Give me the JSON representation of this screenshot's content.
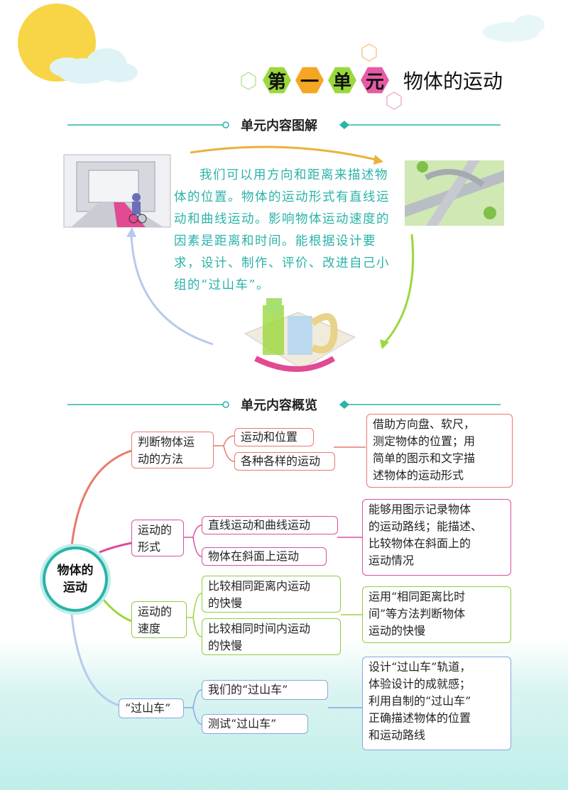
{
  "header": {
    "hex_chars": [
      "第",
      "一",
      "单",
      "元"
    ],
    "hex_colors": [
      "#9bd83c",
      "#f5a623",
      "#9bd83c",
      "#e75aa6"
    ],
    "subtitle": "物体的运动"
  },
  "section1": {
    "label": "单元内容图解"
  },
  "section2": {
    "label": "单元内容概览"
  },
  "intro_paragraph": "我们可以用方向和距离来描述物体的位置。物体的运动形式有直线运动和曲线运动。影响物体运动速度的因素是距离和时间。能根据设计要求，设计、制作、评价、改进自己小组的“过山车”。",
  "mindmap": {
    "center": [
      "物体的",
      "运动"
    ],
    "branches": [
      {
        "label": [
          "判断物体运",
          "动的方法"
        ],
        "items": [
          "运动和位置",
          "各种各样的运动"
        ],
        "summary": [
          "借助方向盘、软尺，",
          "测定物体的位置；用",
          "简单的图示和文字描",
          "述物体的运动形式"
        ]
      },
      {
        "label": [
          "运动的",
          "形式"
        ],
        "items": [
          "直线运动和曲线运动",
          "物体在斜面上运动"
        ],
        "summary": [
          "能够用图示记录物体",
          "的运动路线；能描述、",
          "比较物体在斜面上的",
          "运动情况"
        ]
      },
      {
        "label": [
          "运动的",
          "速度"
        ],
        "items": [
          [
            "比较相同距离内运动",
            "的快慢"
          ],
          [
            "比较相同时间内运动",
            "的快慢"
          ]
        ],
        "summary": [
          "运用“相同距离比时",
          "间”等方法判断物体",
          "运动的快慢"
        ]
      },
      {
        "label": [
          "“过山车”"
        ],
        "items": [
          "我们的“过山车”",
          "测试“过山车”"
        ],
        "summary": [
          "设计“过山车”轨道，",
          "体验设计的成就感；",
          "利用自制的“过山车”",
          "正确描述物体的位置",
          "和运动路线"
        ]
      }
    ]
  },
  "colors": {
    "teal": "#2ab3a8",
    "red": "#e9796c",
    "pink": "#d84fa0",
    "green": "#8ccf3d",
    "blue": "#8aa6e0"
  }
}
